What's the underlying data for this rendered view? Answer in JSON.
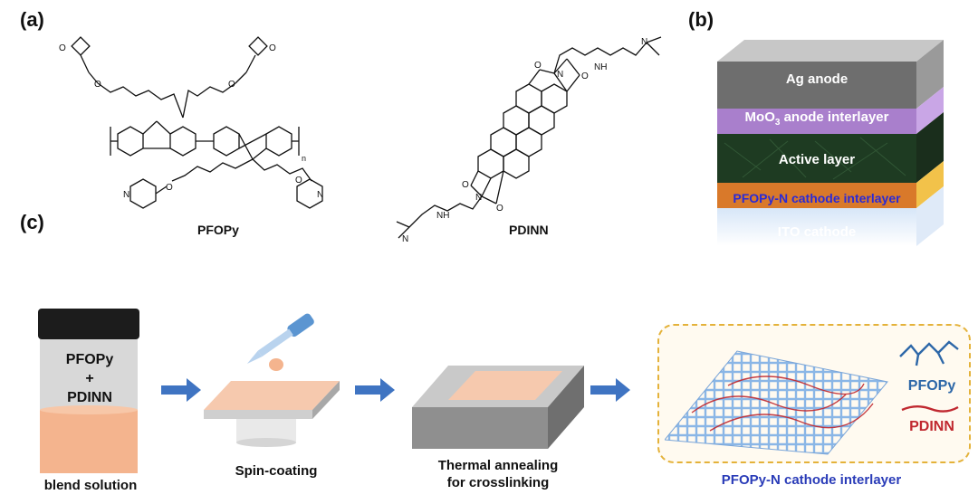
{
  "panel_labels": {
    "a": "(a)",
    "b": "(b)",
    "c": "(c)"
  },
  "molecules": {
    "pfopy": {
      "name": "PFOPy",
      "subscript": "n"
    },
    "pdinn": {
      "name": "PDINN"
    }
  },
  "atoms": {
    "O": "O",
    "N": "N",
    "NH": "NH"
  },
  "device_stack": {
    "layers": [
      {
        "label": "Ag anode",
        "color": "#6e6e6e"
      },
      {
        "label_main": "MoO",
        "label_sub": "3",
        "label_rest": " anode interlayer",
        "color": "#a97fcc"
      },
      {
        "label": "Active layer",
        "color": "#1e3b22"
      },
      {
        "label": "PFOPy-N cathode interlayer",
        "color": "#d9792a",
        "text_color": "#2a2ad6"
      },
      {
        "label": "ITO cathode",
        "color": "#c3d8f2"
      }
    ]
  },
  "process": {
    "vial_text": [
      "PFOPy",
      "+",
      "PDINN"
    ],
    "steps": [
      "blend solution",
      "Spin-coating",
      "Thermal annealing",
      "for crosslinking"
    ],
    "result_caption": "PFOPy-N cathode interlayer",
    "legend": [
      {
        "label": "PFOPy",
        "color": "#2d67a8"
      },
      {
        "label": "PDINN",
        "color": "#c0282f"
      }
    ]
  },
  "colors": {
    "arrow": "#3f74c2",
    "film": "#f6c9ae",
    "caption_blue": "#2a3cb8"
  }
}
